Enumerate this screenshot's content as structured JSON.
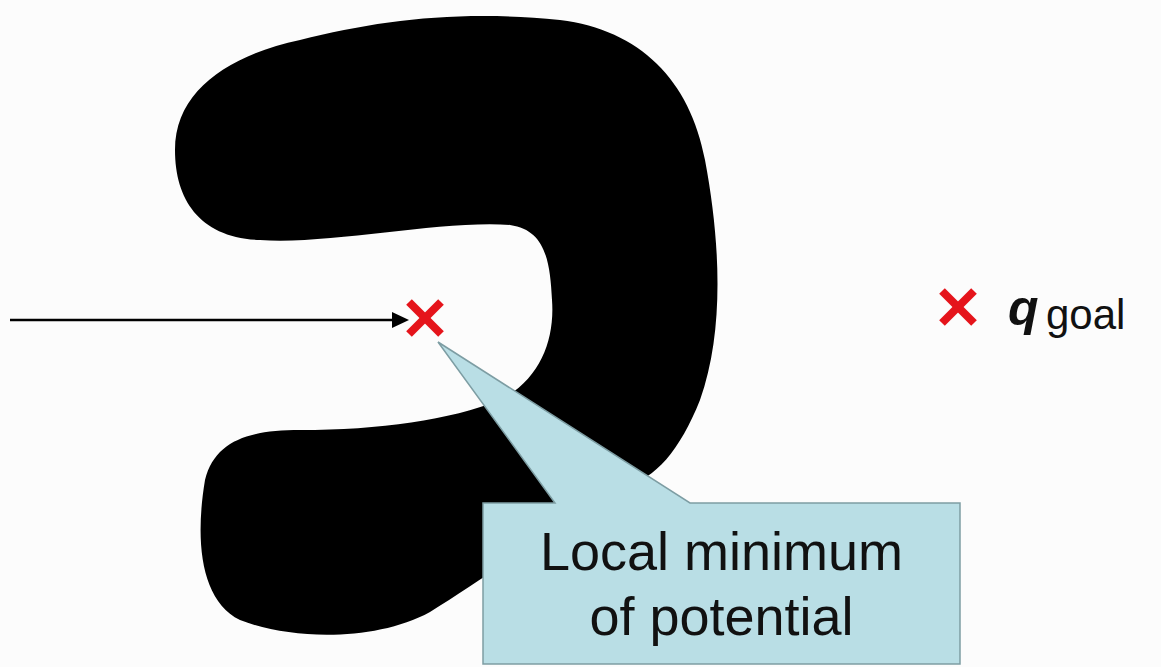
{
  "diagram": {
    "nodes": [
      {
        "text": [
          "Local minimum of potential"
        ]
      }
    ],
    "labels": [
      "q",
      "goal"
    ]
  }
}
